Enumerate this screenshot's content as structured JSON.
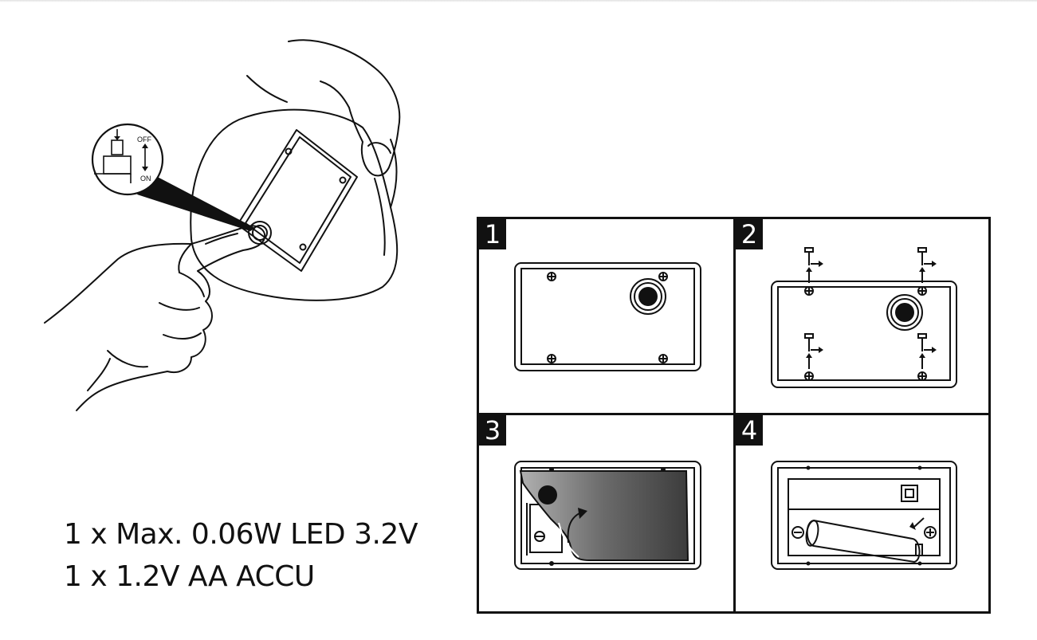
{
  "switch_callout": {
    "off_label": "OFF",
    "on_label": "ON"
  },
  "specs": {
    "line1": "1 x Max. 0.06W LED 3.2V",
    "line2": "1 x 1.2V  AA ACCU"
  },
  "steps": [
    {
      "number": "1",
      "icon": "solar-panel-closed"
    },
    {
      "number": "2",
      "icon": "screw-removal"
    },
    {
      "number": "3",
      "icon": "cover-opening"
    },
    {
      "number": "4",
      "icon": "battery-insertion"
    }
  ]
}
